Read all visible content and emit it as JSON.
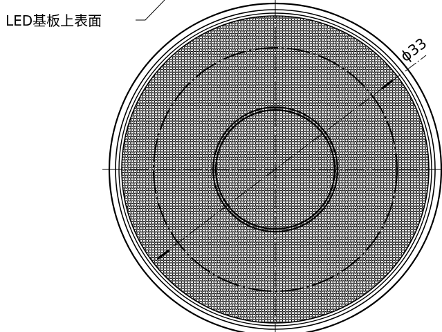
{
  "drawing": {
    "surface_label": "LED基板上表面",
    "diameter_label": "ϕ33",
    "line_color": "#000000",
    "background_color": "#ffffff",
    "pattern": "hexagonal-perforated-mesh"
  }
}
